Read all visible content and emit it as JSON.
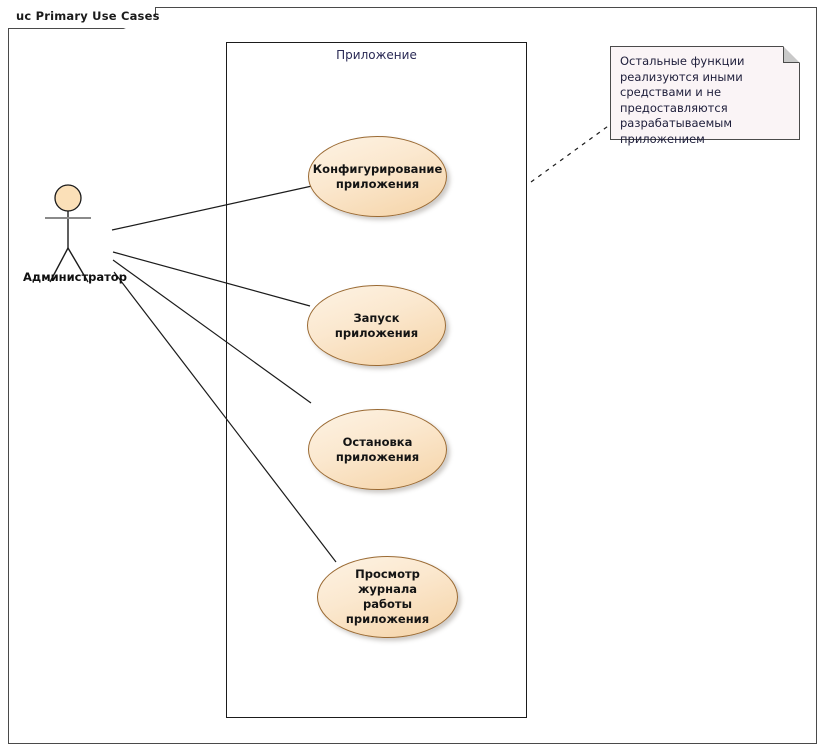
{
  "diagram": {
    "frame_label": "uc Primary Use Cases",
    "boundary_label": "Приложение",
    "type": "uml-use-case-diagram"
  },
  "actor": {
    "name": "Администратор",
    "head_fill": "#fbe0b8",
    "stroke": "#1b1b1b"
  },
  "use_cases": [
    {
      "line1": "Конфигурирование",
      "line2": "приложения"
    },
    {
      "line1": "Запуск приложения",
      "line2": ""
    },
    {
      "line1": "Остановка",
      "line2": "приложения"
    },
    {
      "line1": "Просмотр журнала",
      "line2": "работы приложения"
    }
  ],
  "note": {
    "text": "Остальные функции реализуются иными средствами и не предоставляются разрабатываемым приложением",
    "fill": "#faf4f6",
    "fold_fill": "#c9c9c9"
  },
  "colors": {
    "usecase_fill": "#fbe8cf",
    "usecase_border": "#9a6a33",
    "frame_border": "#4a4a4a",
    "boundary_border": "#1b1b1b",
    "connector": "#1b1b1b",
    "boundary_label_color": "#2a2a55"
  }
}
